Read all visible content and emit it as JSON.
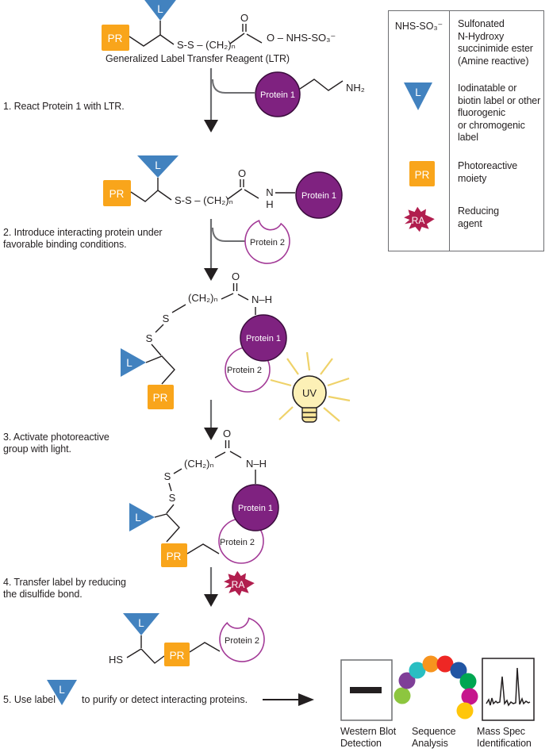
{
  "colors": {
    "label_blue": "#4282BF",
    "photoreactive_orange": "#F9A51B",
    "protein1_purple": "#7F2280",
    "protein2_outline": "#A33A97",
    "reducing_agent_red": "#B11E4E",
    "uv_bulb_yellow": "#FCF0B6",
    "arrow_gray": "#6D6E71",
    "ink_black": "#231F20"
  },
  "title": "Generalized Label Transfer Reagent (LTR)",
  "symbols": {
    "label": "L",
    "pr": "PR",
    "ra": "RA",
    "uv": "UV",
    "protein1": "Protein 1",
    "protein2": "Protein 2"
  },
  "chem": {
    "ss_chain": "S-S – (CH₂)ₙ",
    "ch2n": "(CH₂)ₙ",
    "o": "O",
    "o_nhs": "O – NHS-SO₃⁻",
    "n": "N",
    "h": "H",
    "nh": "N–H",
    "nh2": "NH₂",
    "s": "S",
    "hs": "HS"
  },
  "steps": [
    {
      "text": "1. React Protein 1 with LTR."
    },
    {
      "text": "2. Introduce interacting protein under\nfavorable binding conditions."
    },
    {
      "text": "3. Activate photoreactive\ngroup with light."
    },
    {
      "text": "4. Transfer label by reducing\nthe disulfide bond."
    },
    {
      "prefix": "5. Use label",
      "suffix": "to purify or detect interacting proteins."
    }
  ],
  "legend": {
    "rows": [
      {
        "symbol": "NHS-SO₃⁻",
        "description": "Sulfonated\nN-Hydroxy\nsuccinimide ester\n(Amine reactive)"
      },
      {
        "symbol": "L",
        "description": "Iodinatable or\nbiotin label or other\nfluorogenic\nor chromogenic\nlabel"
      },
      {
        "symbol": "PR",
        "description": "Photoreactive\nmoiety"
      },
      {
        "symbol": "RA",
        "description": "Reducing\nagent"
      }
    ]
  },
  "outputs": [
    {
      "label": "Western Blot\nDetection"
    },
    {
      "label": "Sequence\nAnalysis"
    },
    {
      "label": "Mass Spec\nIdentification"
    }
  ],
  "sequence_colors": [
    "#8DC63F",
    "#7F3F98",
    "#29BEC2",
    "#F7941E",
    "#EE2724",
    "#2155A3",
    "#00A651",
    "#C6168D",
    "#FFC60B"
  ]
}
